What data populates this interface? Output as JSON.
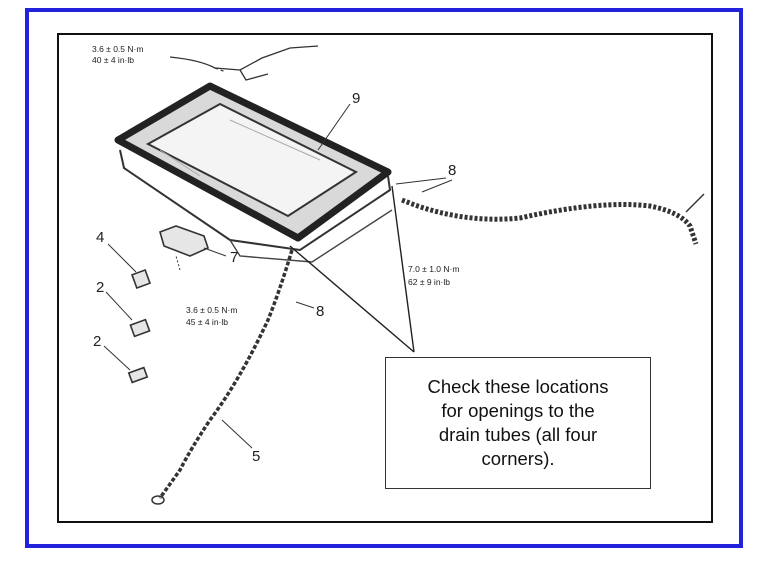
{
  "callout": {
    "lines": [
      "Check these locations",
      "for openings to the",
      "drain tubes (all four",
      "corners)."
    ]
  },
  "part_numbers": {
    "n9": "9",
    "n8_right": "8",
    "n8_bottom": "8",
    "n4": "4",
    "n2_upper": "2",
    "n2_lower": "2",
    "n7": "7",
    "n5": "5"
  },
  "torque_specs": {
    "top_left": [
      "3.6 ± 0.5 N·m",
      "40 ± 4 in·lb"
    ],
    "bracket": [
      "3.6 ± 0.5 N·m",
      "45 ± 4 in·lb"
    ],
    "corner": [
      "7.0 ± 1.0 N·m",
      "62 ± 9 in·lb"
    ]
  },
  "colors": {
    "outer_border": "#2222dd",
    "inner_border": "#111111"
  }
}
